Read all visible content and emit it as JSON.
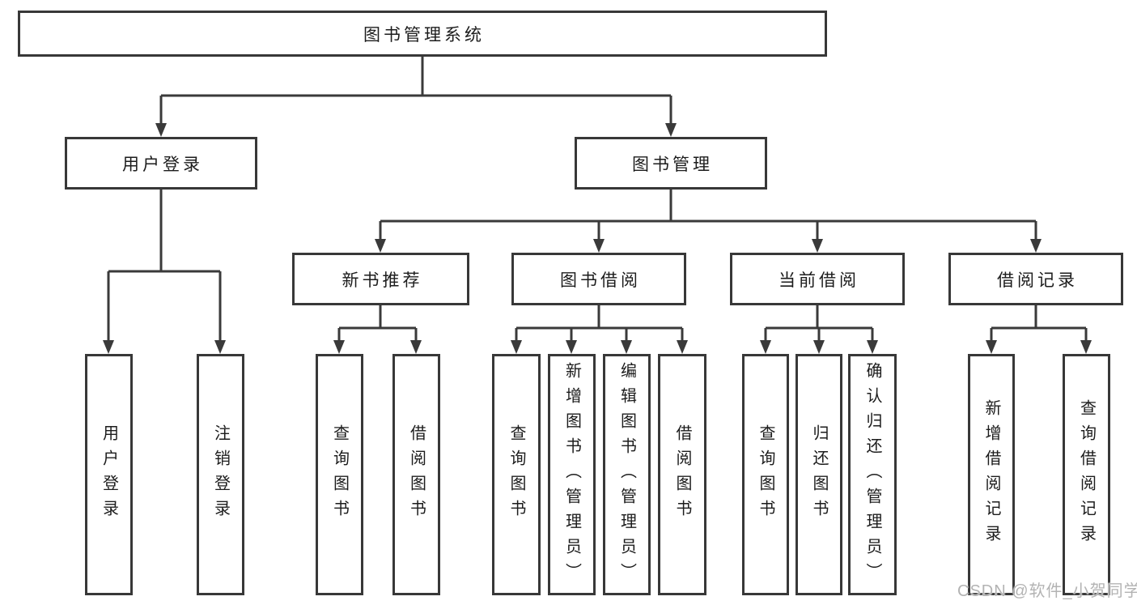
{
  "diagram": {
    "root": {
      "label": "图书管理系统"
    },
    "user_branch": {
      "label": "用户登录",
      "children": [
        {
          "label": "用户登录"
        },
        {
          "label": "注销登录"
        }
      ]
    },
    "book_branch": {
      "label": "图书管理",
      "sections": [
        {
          "label": "新书推荐",
          "children": [
            {
              "label": "查询图书"
            },
            {
              "label": "借阅图书"
            }
          ]
        },
        {
          "label": "图书借阅",
          "children": [
            {
              "label": "查询图书"
            },
            {
              "label": "新增图书（管理员）"
            },
            {
              "label": "编辑图书（管理员）"
            },
            {
              "label": "借阅图书"
            }
          ]
        },
        {
          "label": "当前借阅",
          "children": [
            {
              "label": "查询图书"
            },
            {
              "label": "归还图书"
            },
            {
              "label": "确认归还（管理员）"
            }
          ]
        },
        {
          "label": "借阅记录",
          "children": [
            {
              "label": "新增借阅记录"
            },
            {
              "label": "查询借阅记录"
            }
          ]
        }
      ]
    },
    "watermark": "CSDN @软件_小贺同学"
  },
  "colors": {
    "line": "#3a3a3a",
    "box_border": "#383838",
    "text": "#1c1c1c",
    "watermark": "#b3b3b3",
    "background": "#ffffff"
  }
}
